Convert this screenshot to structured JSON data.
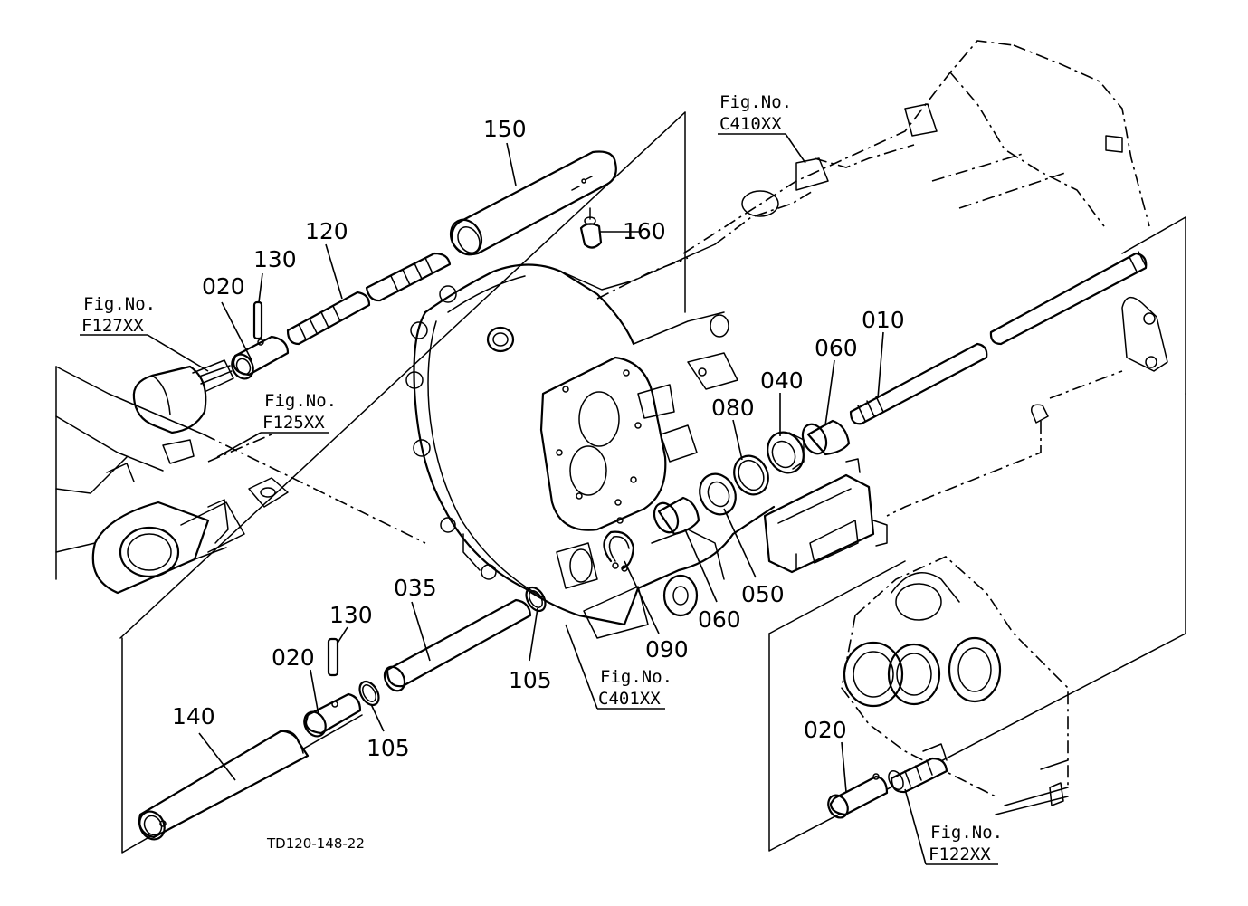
{
  "diagram": {
    "drawing_code": "TD120-148-22",
    "parts": [
      {
        "id": "p150",
        "label": "150"
      },
      {
        "id": "p160",
        "label": "160"
      },
      {
        "id": "p120",
        "label": "120"
      },
      {
        "id": "p130a",
        "label": "130"
      },
      {
        "id": "p020a",
        "label": "020"
      },
      {
        "id": "p010",
        "label": "010"
      },
      {
        "id": "p060a",
        "label": "060"
      },
      {
        "id": "p040",
        "label": "040"
      },
      {
        "id": "p080",
        "label": "080"
      },
      {
        "id": "p050",
        "label": "050"
      },
      {
        "id": "p060b",
        "label": "060"
      },
      {
        "id": "p090",
        "label": "090"
      },
      {
        "id": "p105a",
        "label": "105"
      },
      {
        "id": "p035",
        "label": "035"
      },
      {
        "id": "p130b",
        "label": "130"
      },
      {
        "id": "p020b",
        "label": "020"
      },
      {
        "id": "p105b",
        "label": "105"
      },
      {
        "id": "p140",
        "label": "140"
      },
      {
        "id": "p020c",
        "label": "020"
      }
    ],
    "figure_refs": [
      {
        "id": "c410",
        "title": "Fig.No.",
        "code": "C410XX"
      },
      {
        "id": "f127",
        "title": "Fig.No.",
        "code": "F127XX"
      },
      {
        "id": "f125",
        "title": "Fig.No.",
        "code": "F125XX"
      },
      {
        "id": "c401",
        "title": "Fig.No.",
        "code": "C401XX"
      },
      {
        "id": "f122",
        "title": "Fig.No.",
        "code": "F122XX"
      }
    ]
  }
}
